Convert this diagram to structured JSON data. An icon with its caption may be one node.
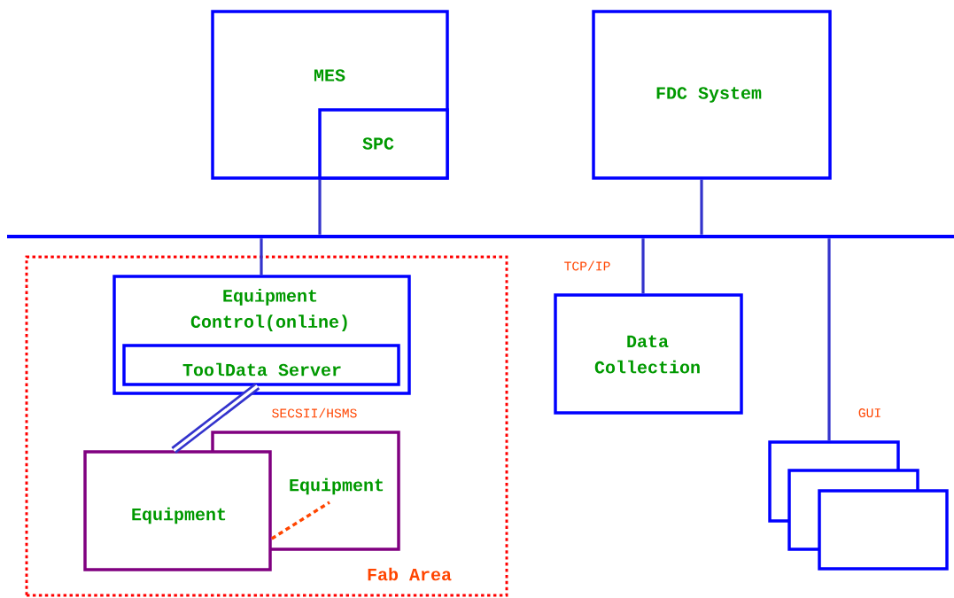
{
  "diagram": {
    "nodes": [
      {
        "text": [
          "MES"
        ]
      },
      {
        "text": [
          "SPC"
        ],
        "in": 0
      },
      {
        "text": [
          "FDC System"
        ]
      },
      {
        "text": [],
        "shape": "bar"
      },
      {
        "text": [
          "Fab Area"
        ]
      },
      {
        "text": [
          "Equipment Control(online)"
        ],
        "in": 4
      },
      {
        "text": [
          "ToolData Server"
        ],
        "in": 5
      },
      {
        "text": [
          "Equipment"
        ],
        "in": 4
      },
      {
        "text": [
          "Equipment"
        ],
        "in": 4
      },
      {
        "text": [
          "Data Collection"
        ]
      },
      {
        "text": [],
        "shape": "box",
        "beside": [
          "GUI"
        ]
      },
      {
        "text": [],
        "shape": "box"
      },
      {
        "text": [],
        "shape": "box"
      }
    ],
    "edges": [
      {
        "from": 1,
        "to": 3,
        "arrow": "none"
      },
      {
        "from": 2,
        "to": 3,
        "arrow": "none"
      },
      {
        "from": 3,
        "to": 5,
        "arrow": "none"
      },
      {
        "from": 3,
        "to": 9,
        "arrow": "none"
      },
      {
        "from": 3,
        "to": 10,
        "arrow": "none"
      },
      {
        "from": 6,
        "to": 8,
        "arrow": "none",
        "style": "thick"
      },
      {
        "from": 8,
        "to": 7,
        "arrow": "none",
        "style": "dashed",
        "color": "#ff4500"
      }
    ],
    "labels": [
      "TCP/IP",
      "SECSII/HSMS"
    ]
  }
}
